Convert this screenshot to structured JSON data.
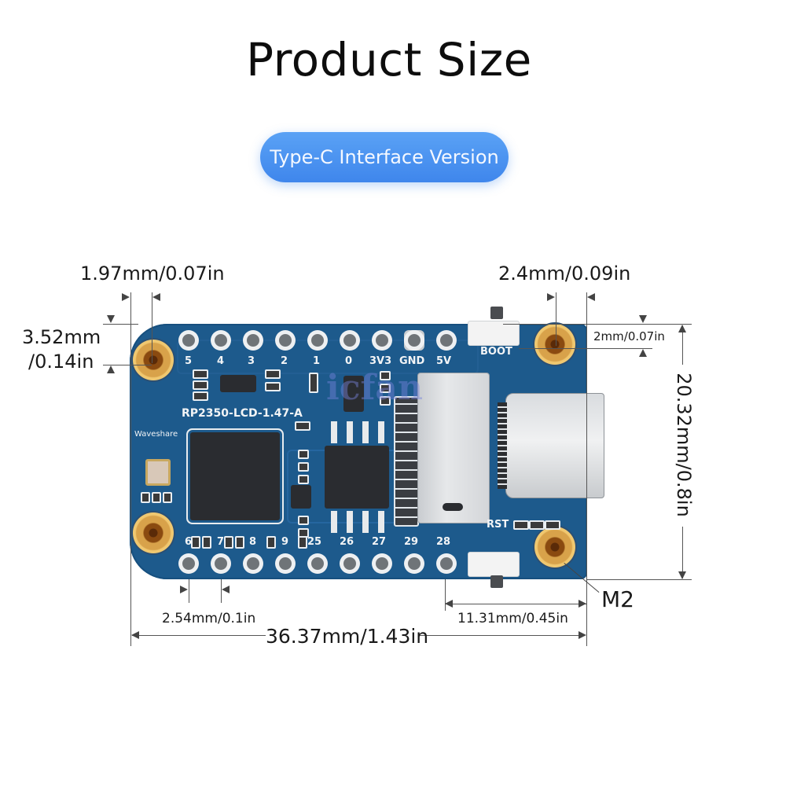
{
  "header": {
    "title": "Product Size",
    "version_badge": "Type-C Interface Version"
  },
  "board": {
    "model_silkscreen": "RP2350-LCD-1.47-A",
    "brand_silkscreen": "Waveshare",
    "button_labels": {
      "boot": "BOOT",
      "reset": "RST"
    },
    "top_pin_labels": [
      "5",
      "4",
      "3",
      "2",
      "1",
      "0",
      "3V3",
      "GND",
      "5V"
    ],
    "bottom_pin_labels": [
      "6",
      "7",
      "8",
      "9",
      "25",
      "26",
      "27",
      "29",
      "28"
    ],
    "watermark": "icfan",
    "colors": {
      "pcb": "#1d5a8c",
      "gold": "#d8a24a",
      "badge": "#4a8ff0"
    }
  },
  "dimensions": {
    "mount_hole_x_offset": "1.97mm/0.07in",
    "mount_hole_y_offset_line1": "3.52mm",
    "mount_hole_y_offset_line2": "/0.14in",
    "right_hole_x_offset": "2.4mm/0.09in",
    "right_hole_y_offset": "2mm/0.07in",
    "board_height": "20.32mm/0.8in",
    "pin_pitch": "2.54mm/0.1in",
    "pin_to_edge": "11.31mm/0.45in",
    "board_length": "36.37mm/1.43in",
    "screw_size": "M2"
  }
}
